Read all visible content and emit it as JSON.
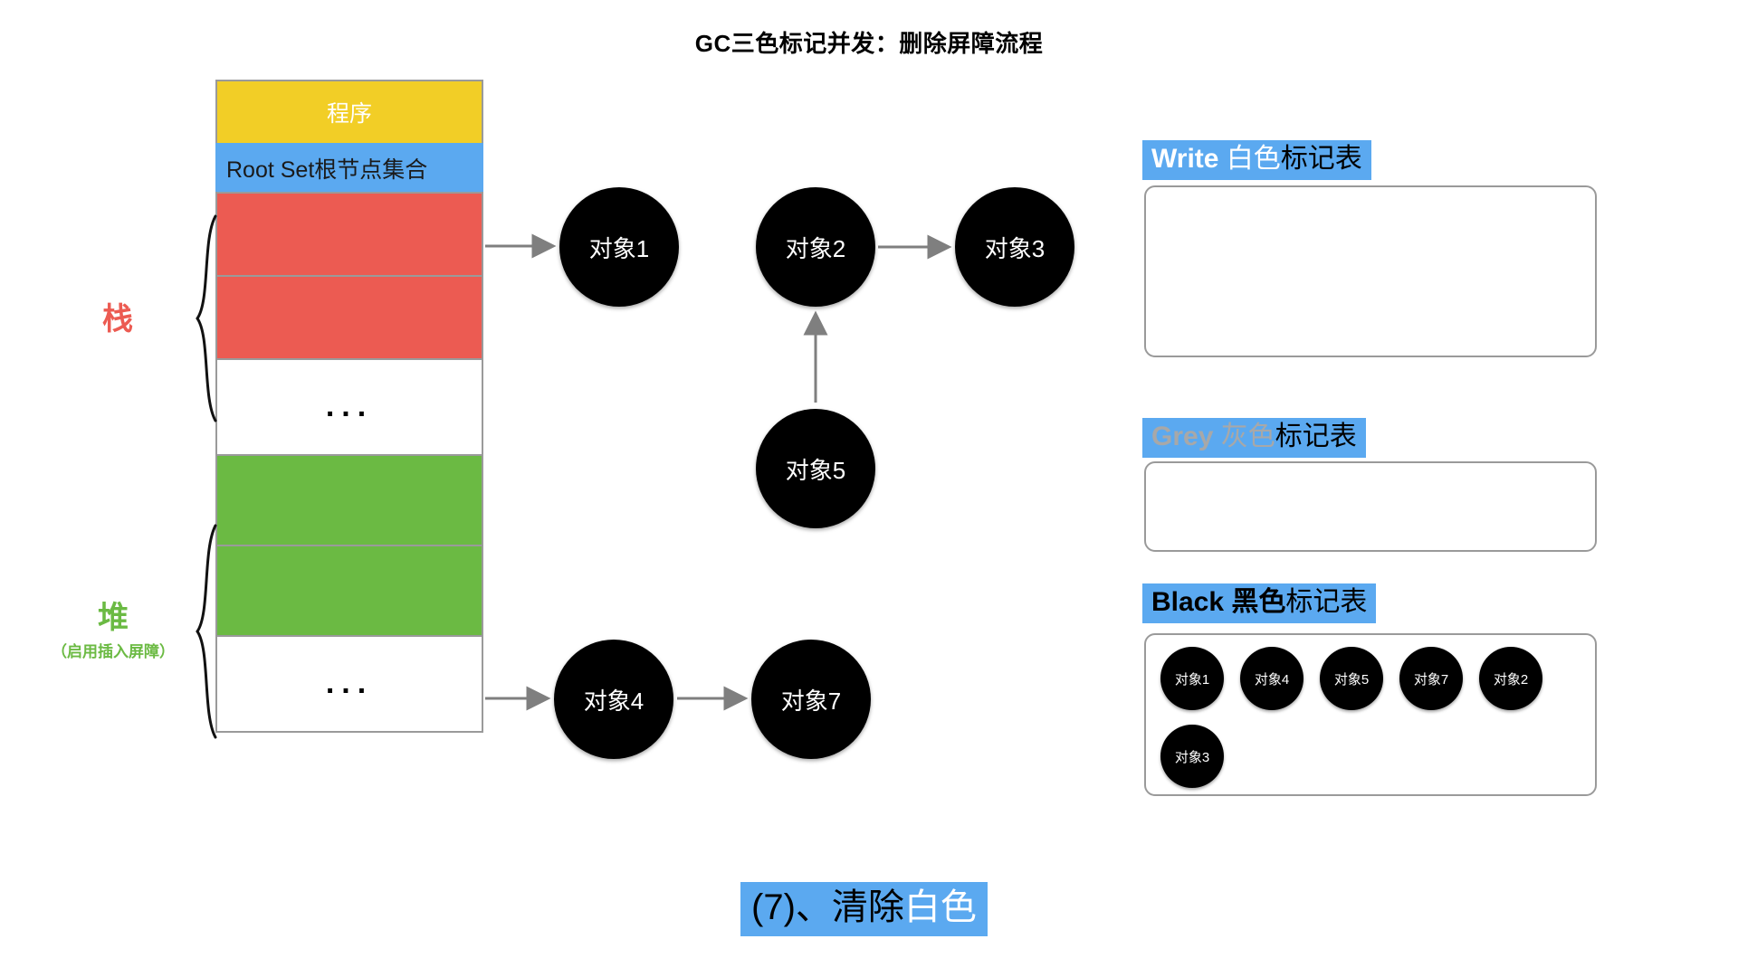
{
  "title": "GC三色标记并发：删除屏障流程",
  "memory": {
    "cells": [
      {
        "id": "program",
        "label": "程序",
        "type": "program"
      },
      {
        "id": "rootset",
        "label": "Root Set根节点集合",
        "type": "rootset"
      },
      {
        "id": "stack-1",
        "label": "",
        "type": "red"
      },
      {
        "id": "stack-2",
        "label": "",
        "type": "red"
      },
      {
        "id": "stack-3",
        "label": "...",
        "type": "dots"
      },
      {
        "id": "heap-1",
        "label": "",
        "type": "green"
      },
      {
        "id": "heap-2",
        "label": "",
        "type": "green"
      },
      {
        "id": "heap-3",
        "label": "...",
        "type": "dots"
      }
    ],
    "regions": {
      "stack": {
        "label": "栈",
        "sub": "",
        "color": "#ec5b52"
      },
      "heap": {
        "label": "堆",
        "sub": "（启用插入屏障）",
        "color": "#6bba43"
      }
    }
  },
  "graph": {
    "nodes": [
      {
        "id": "obj1",
        "label": "对象1"
      },
      {
        "id": "obj2",
        "label": "对象2"
      },
      {
        "id": "obj3",
        "label": "对象3"
      },
      {
        "id": "obj5",
        "label": "对象5"
      },
      {
        "id": "obj4",
        "label": "对象4"
      },
      {
        "id": "obj7",
        "label": "对象7"
      }
    ],
    "edges": [
      {
        "from": "stack-1",
        "to": "obj1"
      },
      {
        "from": "obj2",
        "to": "obj3"
      },
      {
        "from": "obj5",
        "to": "obj2"
      },
      {
        "from": "heap-2",
        "to": "obj4"
      },
      {
        "from": "obj4",
        "to": "obj7"
      }
    ]
  },
  "tables": [
    {
      "id": "white",
      "title_en": "Write",
      "title_color_word": "白色",
      "title_suffix": "标记表",
      "items": []
    },
    {
      "id": "grey",
      "title_en": "Grey",
      "title_color_word": "灰色",
      "title_suffix": "标记表",
      "items": []
    },
    {
      "id": "black",
      "title_en": "Black",
      "title_color_word": "黑色",
      "title_suffix": "标记表",
      "items": [
        "对象1",
        "对象4",
        "对象5",
        "对象7",
        "对象2",
        "对象3"
      ]
    }
  ],
  "caption": {
    "prefix": "(7)、清除",
    "highlight": "白色"
  },
  "colors": {
    "program": "#f2ce26",
    "rootset": "#5ba9f0",
    "stack": "#ec5b52",
    "heap": "#6bba43",
    "highlight": "#5ba9f0",
    "node": "#000000",
    "arrow": "#7f7f7f",
    "border": "#9a9a9a",
    "grey_text": "#a8a8a8"
  }
}
